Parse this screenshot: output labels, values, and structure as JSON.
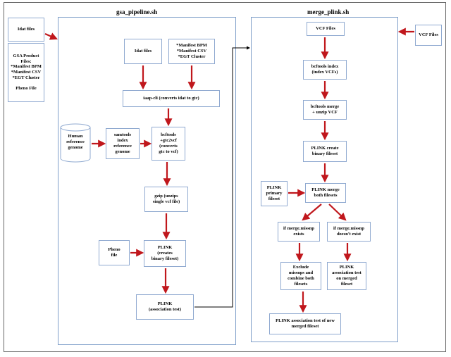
{
  "left_inputs": {
    "idat": "Idat files",
    "gsa": "GSA Product\nFiles:\n*Manifest BPM\n*Manifest CSV\n*EGT Cluster\n\nPheno File"
  },
  "gsa_pipeline": {
    "title": "gsa_pipeline.sh",
    "idat": "Idat files",
    "manifest": "*Manifest BPM\n*Manifest CSV\n*EGT Cluster",
    "iaap": "iaap-cli (converts idat to gtc)",
    "human_ref": "Human\nreference\ngenome",
    "samtools": "samtools\nindex\nreference\ngenome",
    "bcftools": "bcftools\n+gtc2vcf\n(converts\ngtc to vcf)",
    "gzip": "gzip (unzips\nsingle vcf file)",
    "pheno": "Pheno\nfile",
    "plink_create": "PLINK\n(creates\nbinary fileset)",
    "plink_assoc": "PLINK\n(association test)"
  },
  "merge_plink": {
    "title": "merge_plink.sh",
    "vcf_files": "VCF Files",
    "vcf_input": "VCF Files",
    "bcftools_index": "bcftools  index\n(index VCFs)",
    "bcftools_merge": "bcftools merge\n+ unzip VCF",
    "plink_create": "PLINK create\nbinary fileset",
    "plink_primary": "PLINK\nprimary\nfileset",
    "plink_merge": "PLINK merge\nboth filesets",
    "missnp_exists": "if merge.missnp\nexists",
    "missnp_not": "if merge.missnp\ndoesn't exist",
    "exclude": "Exclude\nmissnps and\ncombine both\nfilesets",
    "assoc_merged": "PLINK\nassociation test\non merged\nfileset",
    "assoc_new": "PLINK association test of new\nmerged fileset"
  },
  "colors": {
    "arrow": "#c0171c",
    "box_border": "#8fa9d0",
    "panel_border": "#7f9fc9"
  }
}
